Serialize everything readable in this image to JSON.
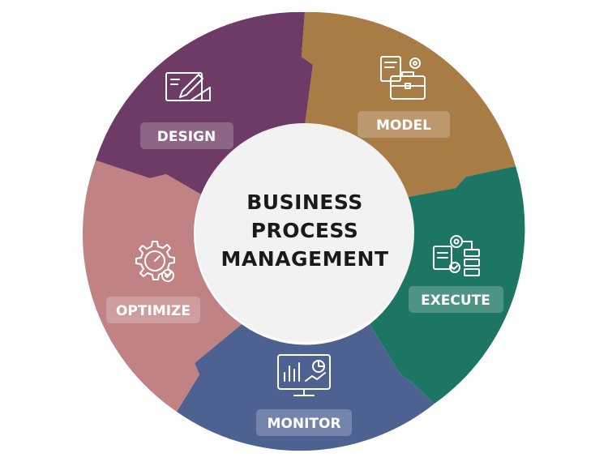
{
  "center": {
    "line1": "BUSINESS",
    "line2": "PROCESS",
    "line3": "MANAGEMENT"
  },
  "stages": {
    "design": {
      "label": "DESIGN",
      "color": "#6e3a66",
      "icon": "blueprint-pencil-icon"
    },
    "model": {
      "label": "MODEL",
      "color": "#a87c45",
      "icon": "briefcase-gear-icon"
    },
    "execute": {
      "label": "EXECUTE",
      "color": "#1d7663",
      "icon": "gear-document-flow-icon"
    },
    "monitor": {
      "label": "MONITOR",
      "color": "#4e6292",
      "icon": "monitor-chart-icon"
    },
    "optimize": {
      "label": "OPTIMIZE",
      "color": "#c08283",
      "icon": "gear-gauge-icon"
    }
  },
  "colors": {
    "center_fill": "#f2f2f2",
    "center_text": "#1a1a1a",
    "label_box": "rgba(255,255,255,0.22)"
  }
}
